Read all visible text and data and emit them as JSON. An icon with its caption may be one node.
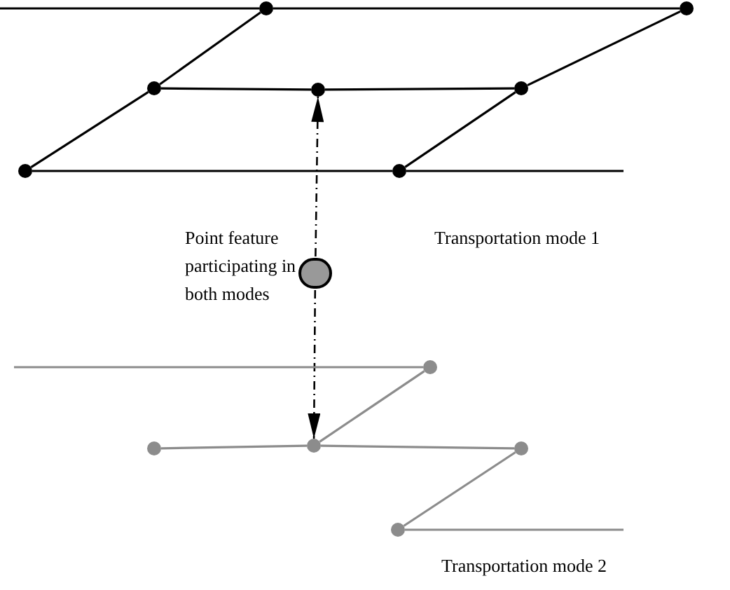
{
  "diagram": {
    "nodes": [
      {
        "text": [],
        "shape": "circle"
      },
      {
        "text": [],
        "shape": "circle"
      },
      {
        "text": [],
        "shape": "circle"
      },
      {
        "text": [],
        "shape": "circle"
      },
      {
        "text": [],
        "shape": "circle"
      },
      {
        "text": [],
        "shape": "circle"
      },
      {
        "text": [],
        "shape": "circle"
      },
      {
        "text": [],
        "shape": "circle",
        "beside": [
          "Point feature participating in both modes"
        ]
      },
      {
        "text": [],
        "shape": "circle"
      },
      {
        "text": [],
        "shape": "circle"
      },
      {
        "text": [],
        "shape": "circle"
      },
      {
        "text": [],
        "shape": "circle"
      },
      {
        "text": [],
        "shape": "circle"
      }
    ],
    "edges": [
      {
        "from": null,
        "to": 0,
        "arrow": "none"
      },
      {
        "from": 0,
        "to": 1,
        "arrow": "none"
      },
      {
        "from": 2,
        "to": 3,
        "arrow": "none"
      },
      {
        "from": 3,
        "to": 4,
        "arrow": "none"
      },
      {
        "from": 5,
        "to": 6,
        "arrow": "none"
      },
      {
        "from": 6,
        "to": null,
        "arrow": "none"
      },
      {
        "from": 5,
        "to": 2,
        "arrow": "none"
      },
      {
        "from": 2,
        "to": 0,
        "arrow": "none"
      },
      {
        "from": 6,
        "to": 4,
        "arrow": "none"
      },
      {
        "from": 4,
        "to": 1,
        "arrow": "none"
      },
      {
        "from": 7,
        "to": 3,
        "arrow": "to",
        "style": "dashed"
      },
      {
        "from": 7,
        "to": 10,
        "arrow": "to",
        "style": "dashed"
      },
      {
        "from": null,
        "to": 8,
        "arrow": "none",
        "color": "#8c8c8c"
      },
      {
        "from": 8,
        "to": 10,
        "arrow": "none",
        "color": "#8c8c8c"
      },
      {
        "from": 9,
        "to": 10,
        "arrow": "none",
        "color": "#8c8c8c"
      },
      {
        "from": 10,
        "to": 11,
        "arrow": "none",
        "color": "#8c8c8c"
      },
      {
        "from": 11,
        "to": 12,
        "arrow": "none",
        "color": "#8c8c8c"
      },
      {
        "from": 12,
        "to": null,
        "arrow": "none",
        "color": "#8c8c8c"
      }
    ],
    "labels": [
      "Transportation mode 1",
      "Transportation mode 2"
    ]
  }
}
